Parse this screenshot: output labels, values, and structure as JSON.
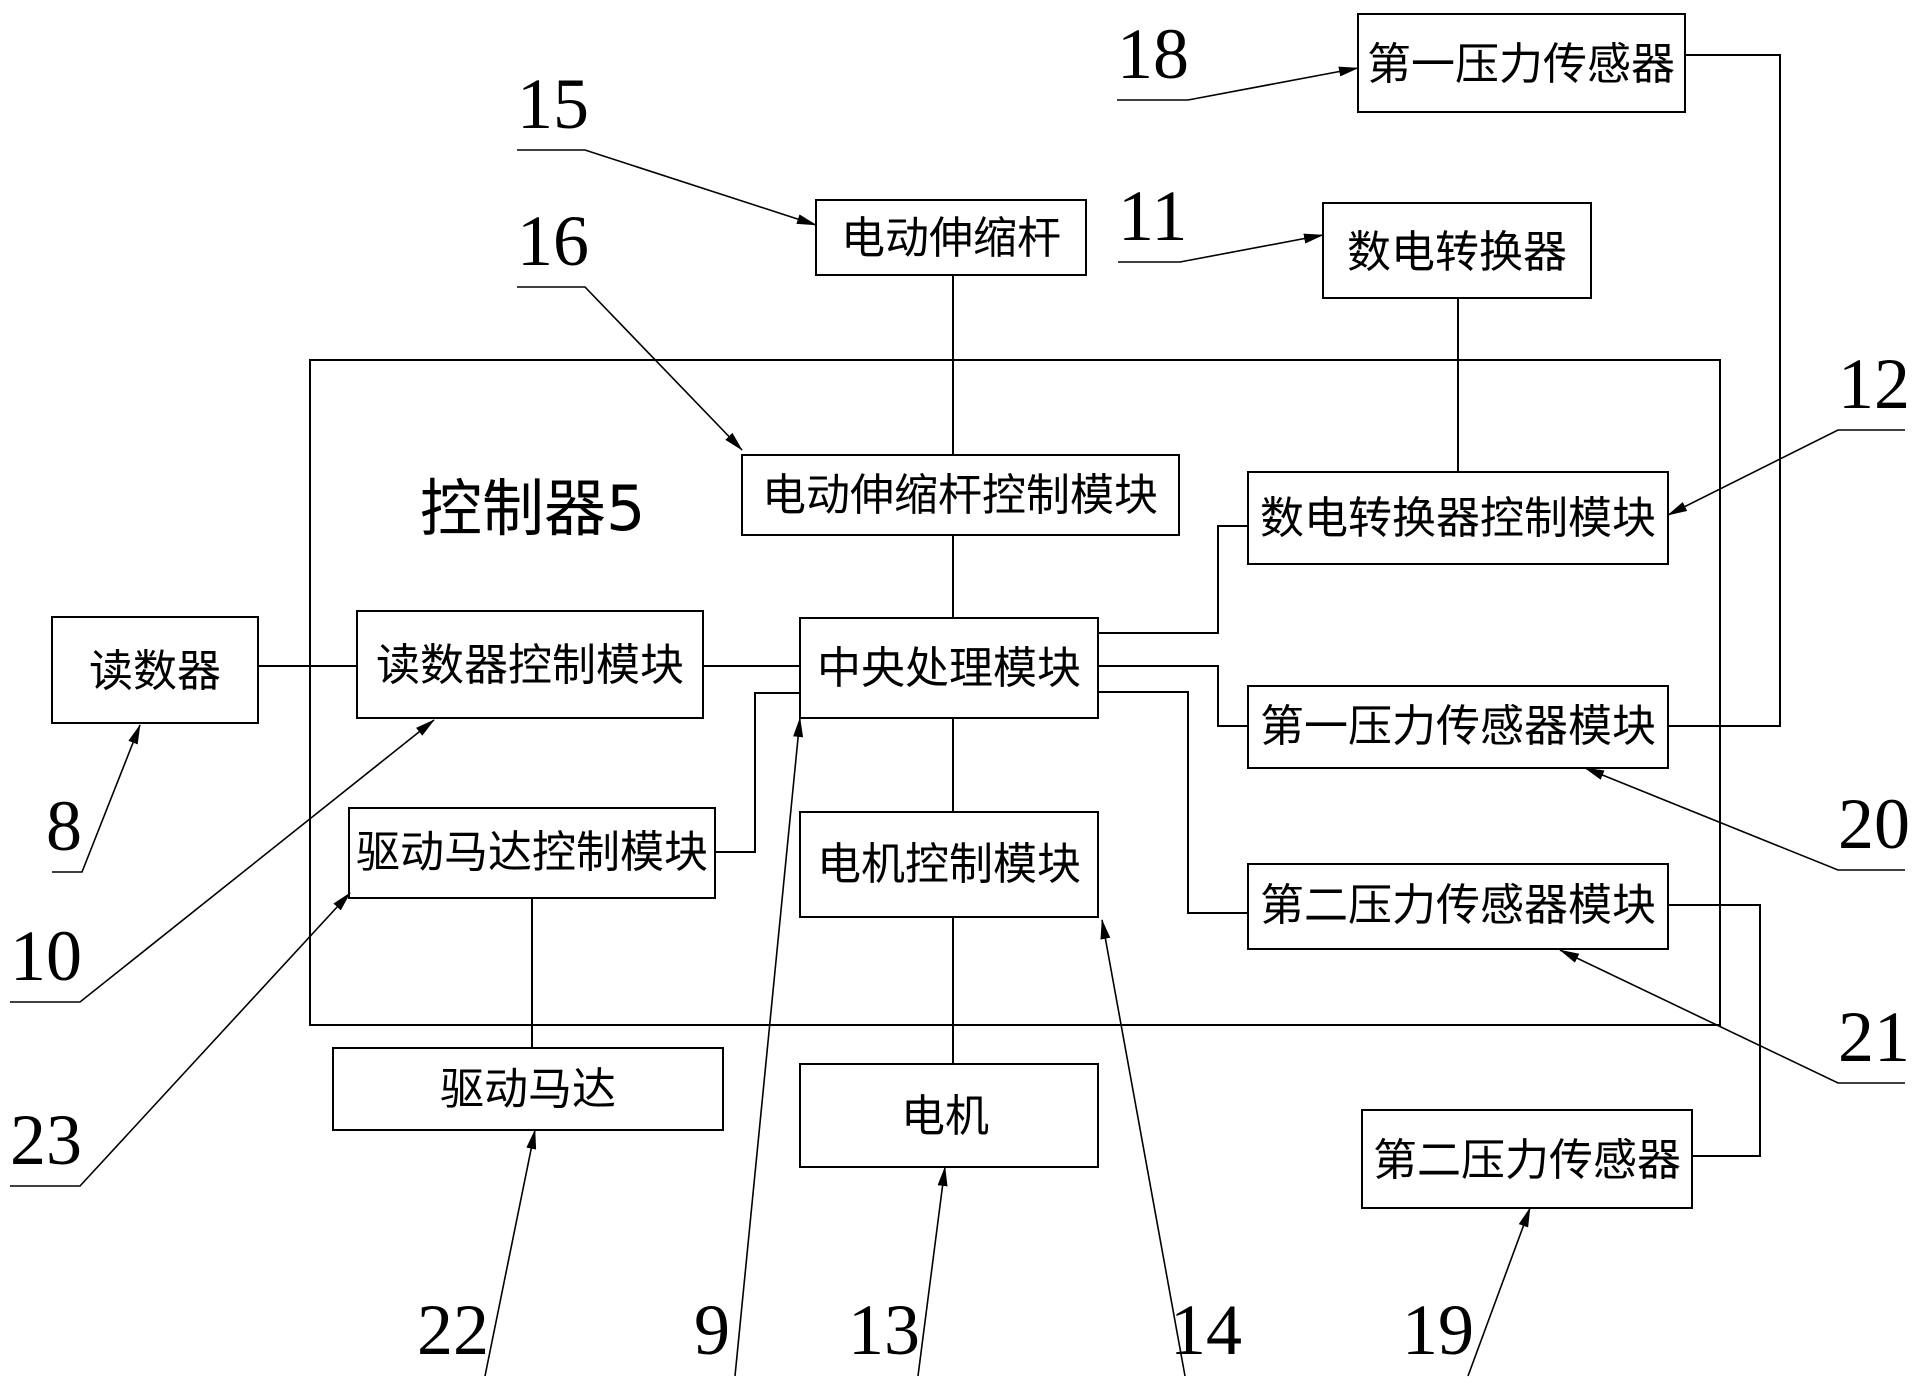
{
  "controller_title": "控制器5",
  "blocks": {
    "pressure_sensor_1": "第一压力传感器",
    "electric_push_rod": "电动伸缩杆",
    "da_converter": "数电转换器",
    "push_rod_control_module": "电动伸缩杆控制模块",
    "da_converter_control_module": "数电转换器控制模块",
    "reader": "读数器",
    "reader_control_module": "读数器控制模块",
    "cpu_module": "中央处理模块",
    "pressure_sensor_1_module": "第一压力传感器模块",
    "drive_motor_control_module": "驱动马达控制模块",
    "motor_control_module": "电机控制模块",
    "pressure_sensor_2_module": "第二压力传感器模块",
    "drive_motor": "驱动马达",
    "motor": "电机",
    "pressure_sensor_2": "第二压力传感器"
  },
  "ref_numbers": {
    "n18": "18",
    "n15": "15",
    "n11": "11",
    "n16": "16",
    "n12": "12",
    "n8": "8",
    "n10": "10",
    "n20": "20",
    "n21": "21",
    "n23": "23",
    "n22": "22",
    "n9": "9",
    "n13": "13",
    "n14": "14",
    "n19": "19"
  }
}
